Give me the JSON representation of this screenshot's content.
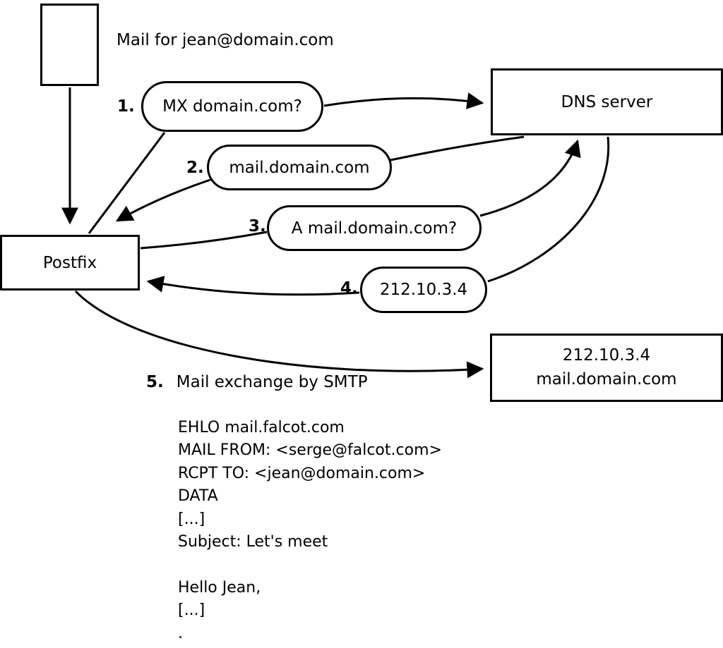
{
  "title": "Mail for jean@domain.com",
  "nodes": {
    "postfix": "Postfix",
    "dns": "DNS server",
    "mailserver": {
      "line1": "212.10.3.4",
      "line2": "mail.domain.com"
    }
  },
  "steps": [
    {
      "num": "1.",
      "label": "MX domain.com?"
    },
    {
      "num": "2.",
      "label": "mail.domain.com"
    },
    {
      "num": "3.",
      "label": "A mail.domain.com?"
    },
    {
      "num": "4.",
      "label": "212.10.3.4"
    },
    {
      "num": "5.",
      "label": "Mail exchange by SMTP"
    }
  ],
  "smtp_transcript": [
    "EHLO mail.falcot.com",
    "MAIL FROM: <serge@falcot.com>",
    "RCPT TO: <jean@domain.com>",
    "DATA",
    "[...]",
    "Subject: Let's meet",
    "",
    "Hello Jean,",
    "[...]",
    "."
  ],
  "colors": {
    "stroke": "#000000",
    "background": "#ffffff"
  }
}
